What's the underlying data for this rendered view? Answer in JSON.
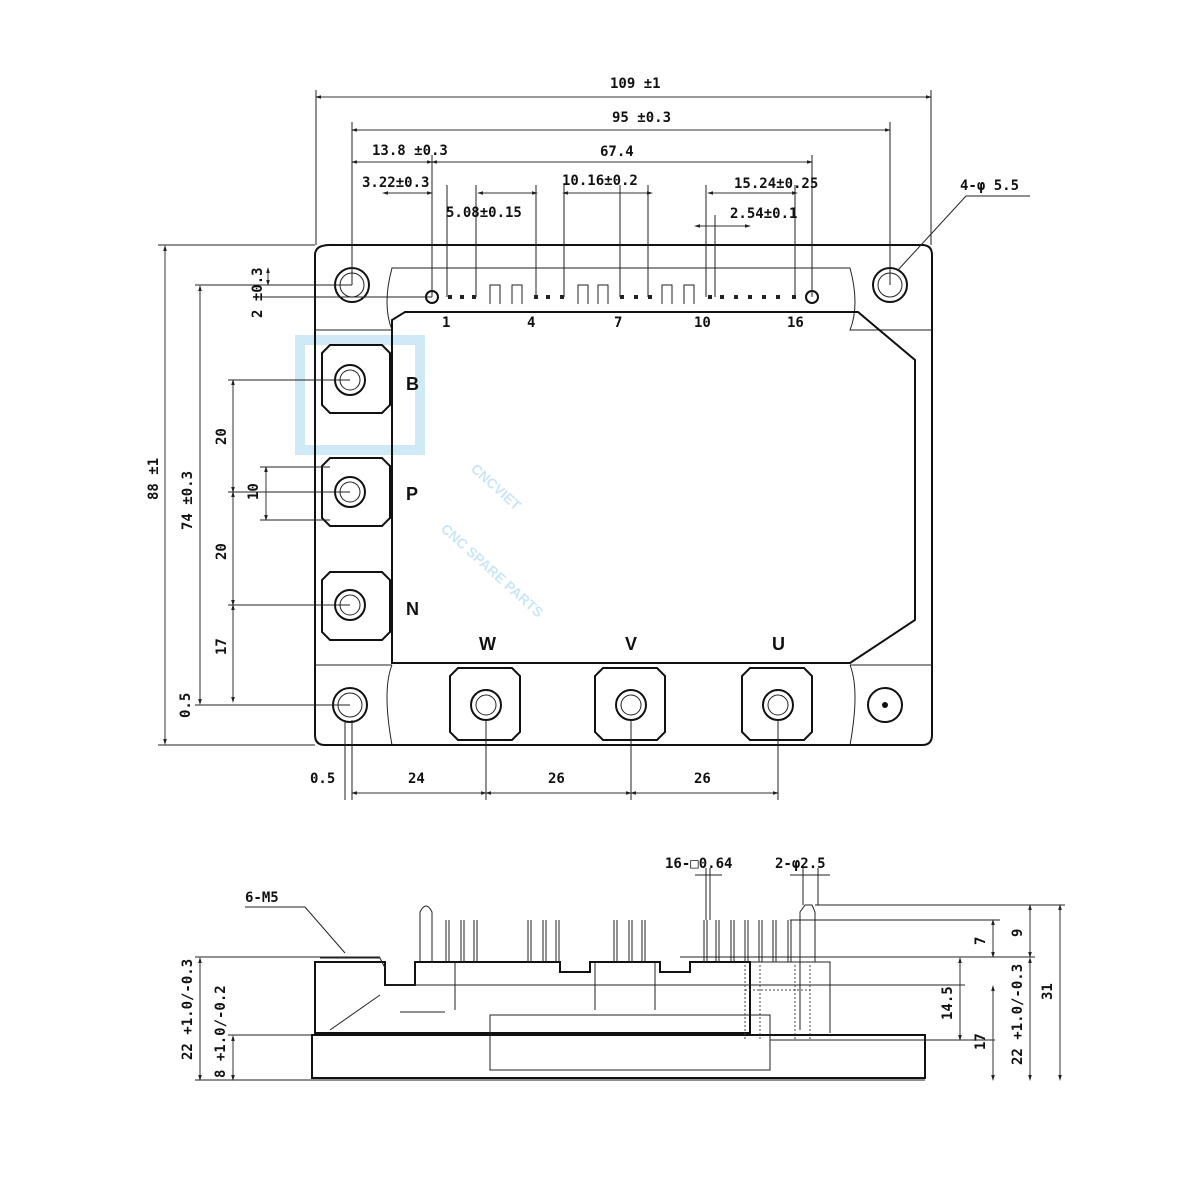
{
  "top_view": {
    "dims": {
      "overall_width": "109 ±1",
      "hole_pitch": "95 ±0.3",
      "pin_span": "67.4",
      "first_pin_offset": "13.8 ±0.3",
      "pin_offset_small": "3.22±0.3",
      "pitch_5_08": "5.08±0.15",
      "pitch_10_16": "10.16±0.2",
      "pitch_15_24": "15.24±0.25",
      "pitch_2_54": "2.54±0.1",
      "hole_note": "4-φ 5.5",
      "pin_row_offset": "2 ±0.3",
      "overall_height": "88 ±1",
      "hole_pitch_v": "74 ±0.3",
      "bp": "20",
      "pn": "20",
      "n_bottom": "17",
      "term_width": "10",
      "edge_v": "0.5",
      "edge_h": "0.5",
      "w_off": "24",
      "wv": "26",
      "vu": "26"
    },
    "pin_numbers": [
      "1",
      "4",
      "7",
      "10",
      "16"
    ],
    "terminals": {
      "B": "B",
      "P": "P",
      "N": "N",
      "W": "W",
      "V": "V",
      "U": "U"
    }
  },
  "side_view": {
    "dims": {
      "screw_note": "6-M5",
      "pin_note": "16-□0.64",
      "pin2_note": "2-φ2.5",
      "pin_len": "7",
      "pin_len2": "9",
      "h_22_left": "22 +1.0/-0.3",
      "base_8": "8 +1.0/-0.2",
      "h_14_5": "14.5",
      "h_17": "17",
      "h_22_right": "22 +1.0/-0.3",
      "h_31": "31"
    }
  },
  "watermark": {
    "brand": "CNCVIET",
    "tagline": "CNC SPARE PARTS"
  }
}
